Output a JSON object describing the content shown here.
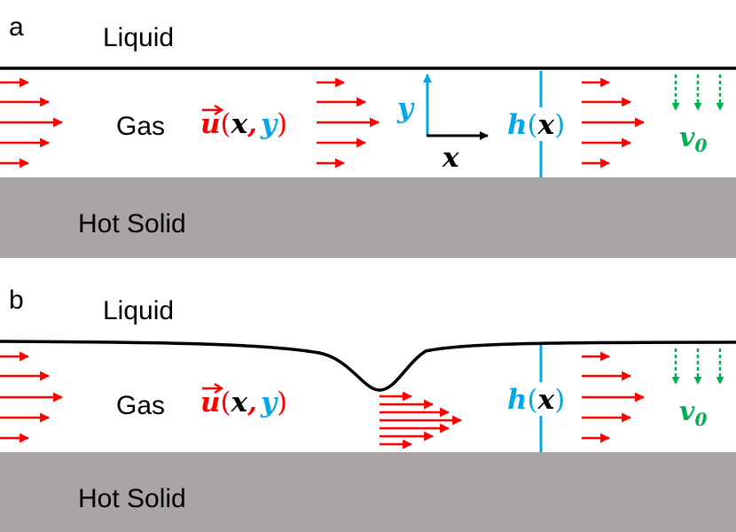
{
  "colors": {
    "flow_arrow": "#ff0000",
    "gas_gap": "#00a8e8",
    "injection": "#00b050",
    "solid": "#a8a5a4",
    "interface": "#000000"
  },
  "panels": [
    {
      "id": "a",
      "panel_label": "a",
      "liquid_label": "Liquid",
      "gas_label": "Gas",
      "solid_label": "Hot Solid",
      "velocity": {
        "u": "u",
        "open": "(",
        "x": "x",
        "comma": ",",
        "y": "y",
        "close": ")"
      },
      "height": {
        "h": "h",
        "open": "(",
        "x": "x",
        "close": ")"
      },
      "injection": {
        "v": "v",
        "sub": "0"
      },
      "axes": {
        "y": "y",
        "x": "x"
      }
    },
    {
      "id": "b",
      "panel_label": "b",
      "liquid_label": "Liquid",
      "gas_label": "Gas",
      "solid_label": "Hot Solid",
      "velocity": {
        "u": "u",
        "open": "(",
        "x": "x",
        "comma": ",",
        "y": "y",
        "close": ")"
      },
      "height": {
        "h": "h",
        "open": "(",
        "x": "x",
        "close": ")"
      },
      "injection": {
        "v": "v",
        "sub": "0"
      }
    }
  ]
}
